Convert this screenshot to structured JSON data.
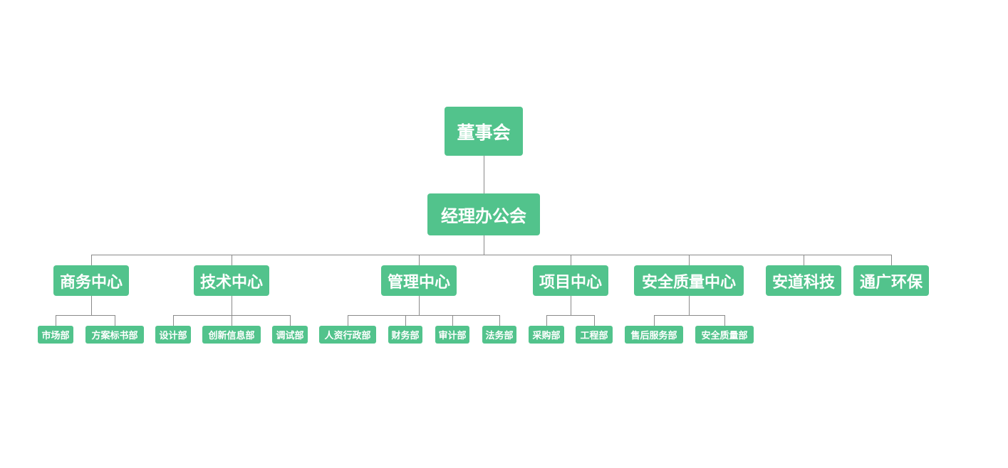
{
  "colors": {
    "node_fill": "#52c38c",
    "node_text": "#ffffff",
    "connector": "#8a8a8a",
    "background": "#ffffff"
  },
  "org": {
    "root": {
      "label": "董事会"
    },
    "office": {
      "label": "经理办公会"
    },
    "centers": [
      {
        "label": "商务中心",
        "departments": [
          "市场部",
          "方案标书部"
        ]
      },
      {
        "label": "技术中心",
        "departments": [
          "设计部",
          "创新信息部",
          "调试部"
        ]
      },
      {
        "label": "管理中心",
        "departments": [
          "人资行政部",
          "财务部",
          "审计部",
          "法务部"
        ]
      },
      {
        "label": "项目中心",
        "departments": [
          "采购部",
          "工程部"
        ]
      },
      {
        "label": "安全质量中心",
        "departments": [
          "售后服务部",
          "安全质量部"
        ]
      },
      {
        "label": "安道科技",
        "departments": []
      },
      {
        "label": "通广环保",
        "departments": []
      }
    ]
  }
}
